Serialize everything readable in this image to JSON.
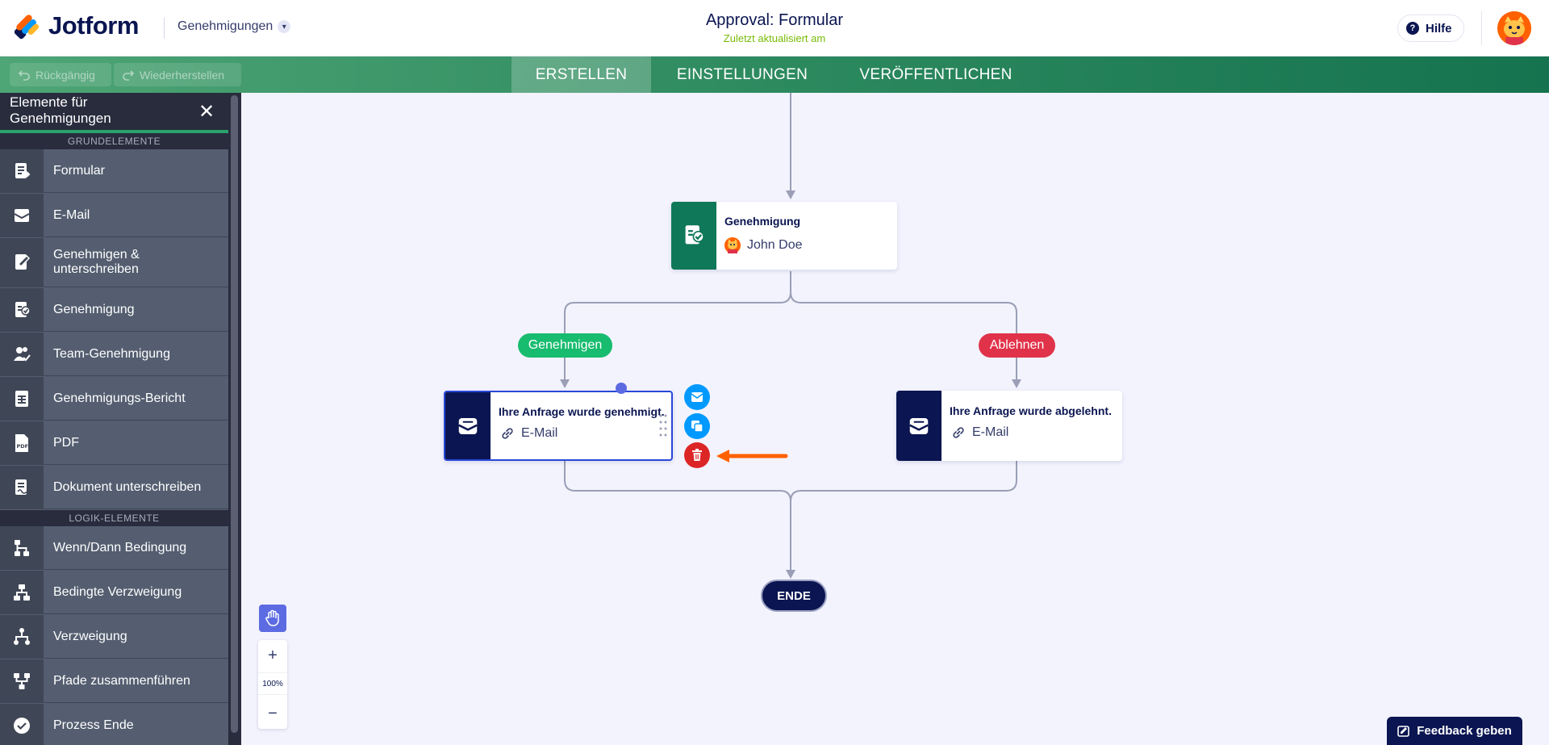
{
  "header": {
    "brand": "Jotform",
    "section": "Genehmigungen",
    "title": "Approval: Formular",
    "subtitle": "Zuletzt aktualisiert am",
    "help_label": "Hilfe"
  },
  "toolbar": {
    "undo_label": "Rückgängig",
    "redo_label": "Wiederherstellen"
  },
  "tabs": [
    {
      "label": "ERSTELLEN",
      "active": true
    },
    {
      "label": "EINSTELLUNGEN",
      "active": false
    },
    {
      "label": "VERÖFFENTLICHEN",
      "active": false
    }
  ],
  "sidebar": {
    "title": "Elemente für Genehmigungen",
    "category_basic": "GRUNDELEMENTE",
    "category_logic": "LOGIK-ELEMENTE",
    "items": [
      {
        "label": "Formular",
        "icon": "form-icon"
      },
      {
        "label": "E-Mail",
        "icon": "email-icon"
      },
      {
        "label": "Genehmigen & unterschreiben",
        "icon": "approve-sign-icon"
      },
      {
        "label": "Genehmigung",
        "icon": "approval-icon"
      },
      {
        "label": "Team-Genehmigung",
        "icon": "team-approval-icon"
      },
      {
        "label": "Genehmigungs-Bericht",
        "icon": "report-icon"
      },
      {
        "label": "PDF",
        "icon": "pdf-icon"
      },
      {
        "label": "Dokument unterschreiben",
        "icon": "sign-document-icon"
      },
      {
        "label": "Wenn/Dann Bedingung",
        "icon": "if-then-icon"
      },
      {
        "label": "Bedingte Verzweigung",
        "icon": "conditional-branch-icon"
      },
      {
        "label": "Verzweigung",
        "icon": "branch-icon"
      },
      {
        "label": "Pfade zusammenführen",
        "icon": "merge-paths-icon"
      },
      {
        "label": "Prozess Ende",
        "icon": "process-end-icon"
      }
    ]
  },
  "flow": {
    "approval_node": {
      "title": "Genehmigung",
      "assignee": "John Doe",
      "color": "#0f7859"
    },
    "approve_label": "Genehmigen",
    "reject_label": "Ablehnen",
    "approved_node": {
      "title": "Ihre Anfrage wurde genehmigt.",
      "sub": "E-Mail"
    },
    "rejected_node": {
      "title": "Ihre Anfrage wurde abgelehnt.",
      "sub": "E-Mail"
    },
    "end_label": "ENDE"
  },
  "zoom": {
    "in": "+",
    "value": "100%",
    "out": "−"
  },
  "feedback_label": "Feedback geben",
  "colors": {
    "accent": "#5c6be2",
    "approve": "#18bc6f",
    "reject": "#e0334a",
    "navy": "#0a1551",
    "delete": "#dc2626",
    "arrow": "#ff6100"
  }
}
